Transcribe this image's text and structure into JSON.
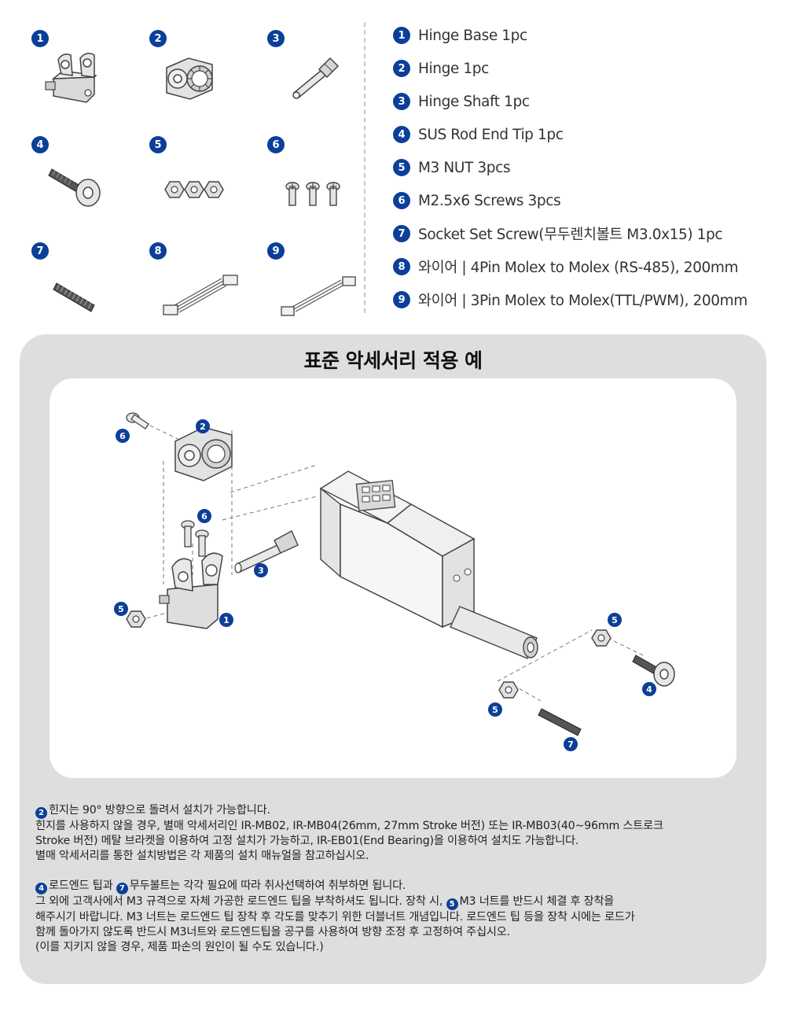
{
  "parts": [
    {
      "num": "1",
      "label": "Hinge Base 1pc",
      "icon": "hinge-base-icon"
    },
    {
      "num": "2",
      "label": "Hinge 1pc",
      "icon": "hinge-icon"
    },
    {
      "num": "3",
      "label": "Hinge Shaft 1pc",
      "icon": "hinge-shaft-icon"
    },
    {
      "num": "4",
      "label": "SUS Rod End Tip 1pc",
      "icon": "rod-end-tip-icon"
    },
    {
      "num": "5",
      "label": "M3 NUT 3pcs",
      "icon": "nut-icon"
    },
    {
      "num": "6",
      "label": "M2.5x6 Screws 3pcs",
      "icon": "screw-icon"
    },
    {
      "num": "7",
      "label": "Socket Set Screw(무두렌치볼트 M3.0x15) 1pc",
      "icon": "set-screw-icon"
    },
    {
      "num": "8",
      "label": "와이어 | 4Pin Molex to Molex (RS-485), 200mm",
      "icon": "wire-4pin-icon"
    },
    {
      "num": "9",
      "label": "와이어 | 3Pin Molex to Molex(TTL/PWM), 200mm",
      "icon": "wire-3pin-icon"
    }
  ],
  "panel": {
    "title": "표준 악세서리 적용 예"
  },
  "diagram": {
    "labels": {
      "screw_top": "6",
      "hinge": "2",
      "screw_mid": "6",
      "shaft": "3",
      "nut_left": "5",
      "hinge_base": "1",
      "nut_right_top": "5",
      "rod_end": "4",
      "nut_right_bottom": "5",
      "set_screw": "7"
    }
  },
  "notes": {
    "p1_badge": "2",
    "p1_line1": "힌지는 90° 방향으로 돌려서 설치가 가능합니다.",
    "p1_line2": "힌지를 사용하지 않을 경우, 별매 악세서리인 IR-MB02, IR-MB04(26mm, 27mm Stroke 버전) 또는 IR-MB03(40~96mm 스트로크",
    "p1_line3": "Stroke 버전)  메탈 브라켓을 이용하여 고정 설치가 가능하고, IR-EB01(End Bearing)을 이용하여 설치도 가능합니다.",
    "p1_line4": "별매 악세서리를 통한 설치방법은 각 제품의 설치 매뉴얼을 참고하십시오.",
    "p2_badge_a": "4",
    "p2_text_a": "로드엔드 팁과 ",
    "p2_badge_b": "7",
    "p2_text_b": "무두볼트는 각각 필요에 따라 취사선택하여 취부하면 됩니다.",
    "p2_line2a": "그 외에 고객사에서 M3 규격으로 자체 가공한 로드엔드 팁을 부착하셔도 됩니다. 장착 시, ",
    "p2_badge_c": "5",
    "p2_line2b": "M3 너트를 반드시 체결 후 장착을",
    "p2_line3": "해주시기 바랍니다. M3 너트는 로드엔드 팁 장착 후 각도를 맞추기 위한 더블너트 개념입니다. 로드엔드 팁 등을 장착 시에는 로드가",
    "p2_line4": "함께 돌아가지 않도록 반드시 M3너트와 로드엔드팁을 공구를 사용하여 방향 조정 후 고정하여 주십시오.",
    "p2_line5": "(이를 지키지 않을 경우, 제품 파손의 원인이 될 수도 있습니다.)"
  },
  "colors": {
    "badge": "#0b3f99",
    "panel_bg": "#dedede",
    "diagram_bg": "#ffffff"
  }
}
